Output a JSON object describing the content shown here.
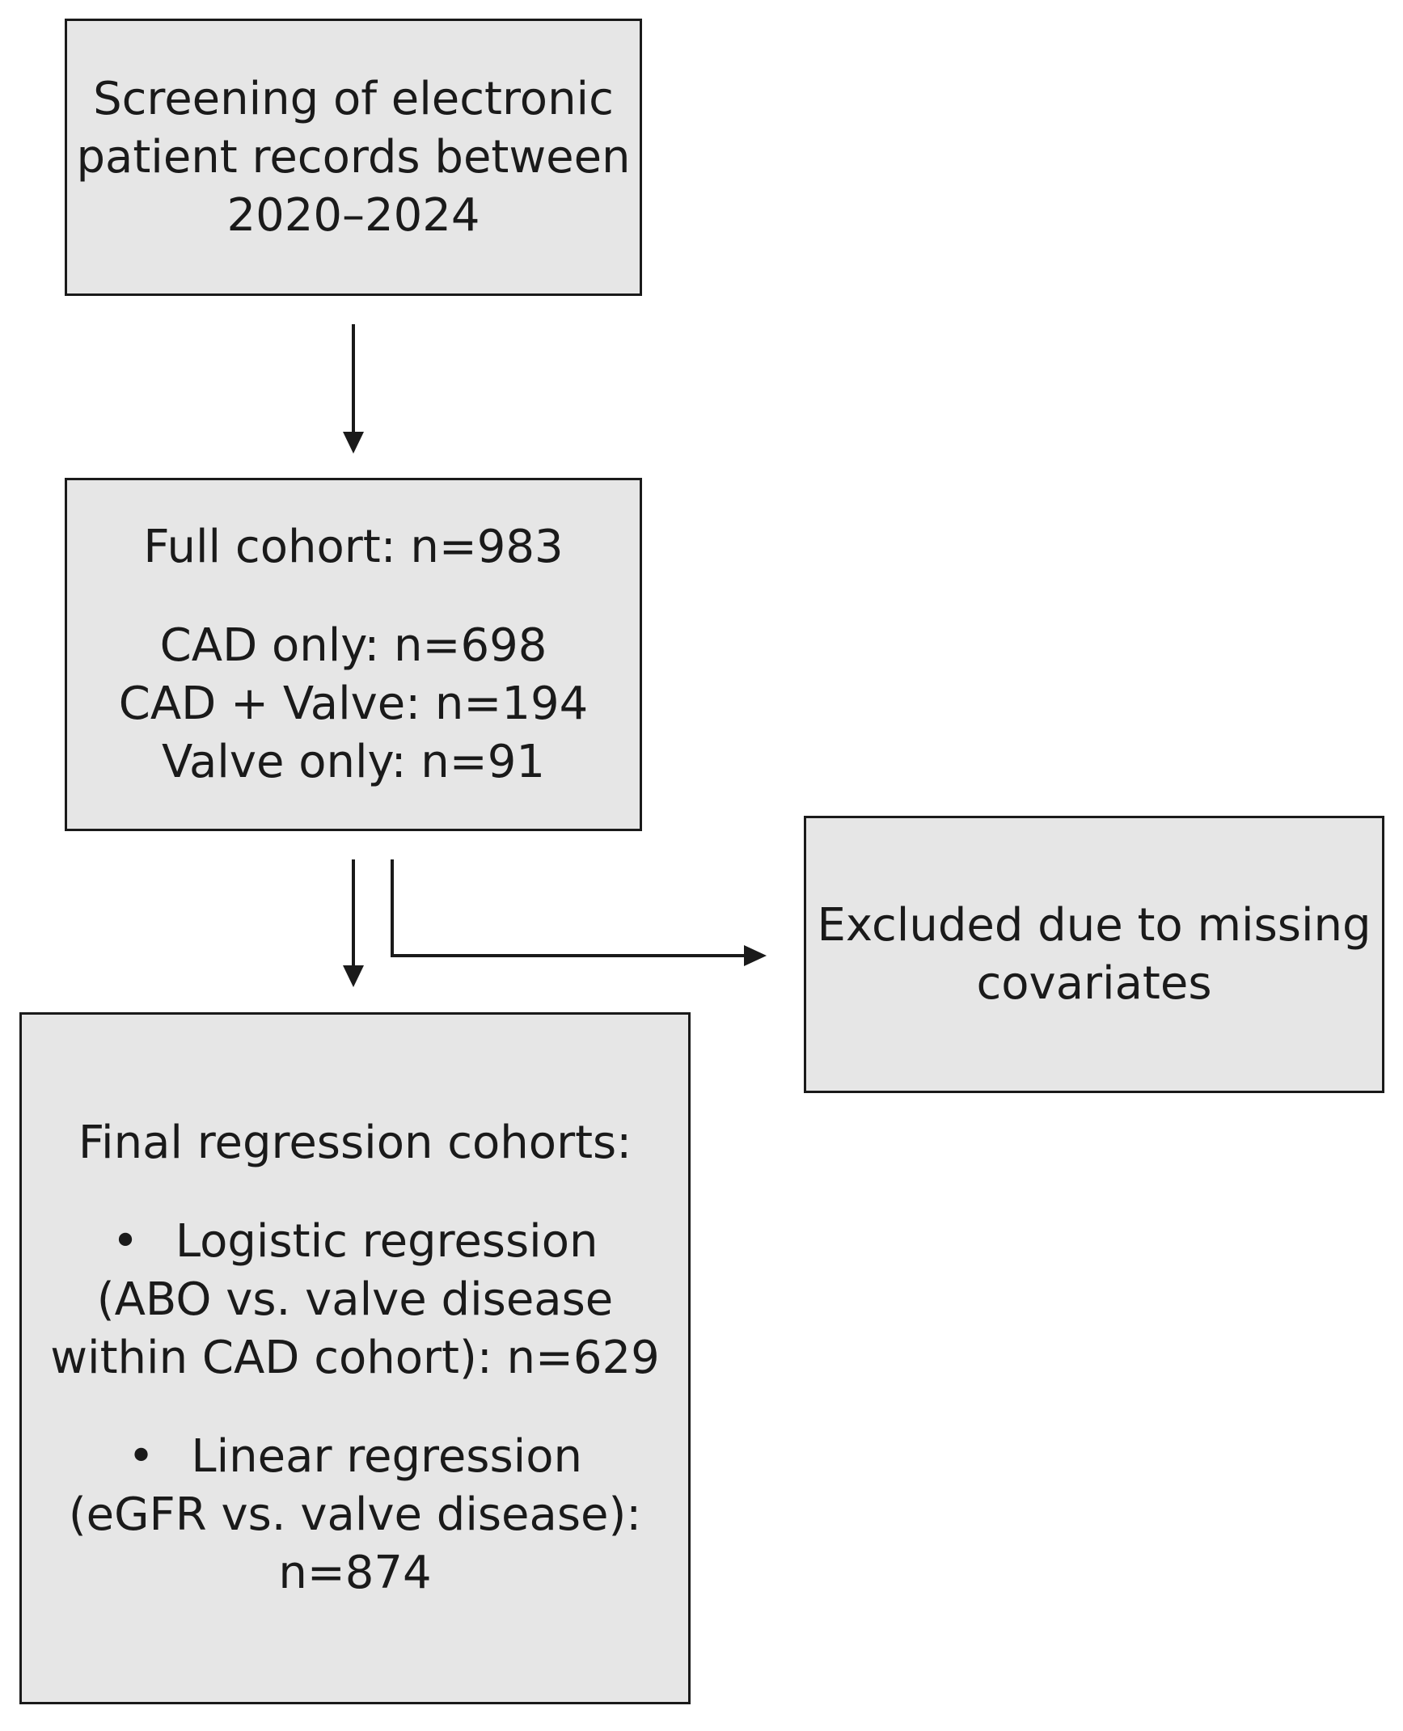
{
  "nodes": {
    "screening": {
      "lines": [
        "Screening of electronic",
        "patient records between",
        "2020–2024"
      ]
    },
    "cohort": {
      "header": "Full cohort: n=983",
      "lines": [
        "CAD only: n=698",
        "CAD + Valve: n=194",
        "Valve only: n=91"
      ]
    },
    "excluded": {
      "lines": [
        "Excluded due to missing",
        "covariates"
      ]
    },
    "final": {
      "header": "Final regression cohorts:",
      "bullet_symbol": "•",
      "logistic": {
        "title": "Logistic regression",
        "lines": [
          "(ABO vs. valve disease",
          "within CAD cohort): n=629"
        ]
      },
      "linear": {
        "title": "Linear regression",
        "lines": [
          "(eGFR vs. valve disease):",
          "n=874"
        ]
      }
    }
  },
  "edges": [
    {
      "from": "screening",
      "to": "cohort"
    },
    {
      "from": "cohort",
      "to": "final"
    },
    {
      "from": "cohort",
      "to": "excluded"
    }
  ],
  "colors": {
    "box_fill": "#e6e6e6",
    "stroke": "#1a1a1a"
  }
}
